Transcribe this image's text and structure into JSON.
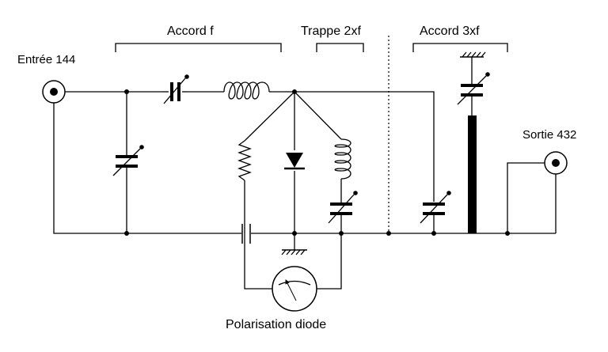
{
  "labels": {
    "input": "Entrée 144",
    "output": "Sortie 432",
    "tune_f": "Accord f",
    "trap_2xf": "Trappe 2xf",
    "tune_3xf": "Accord 3xf",
    "bias": "Polarisation diode"
  }
}
